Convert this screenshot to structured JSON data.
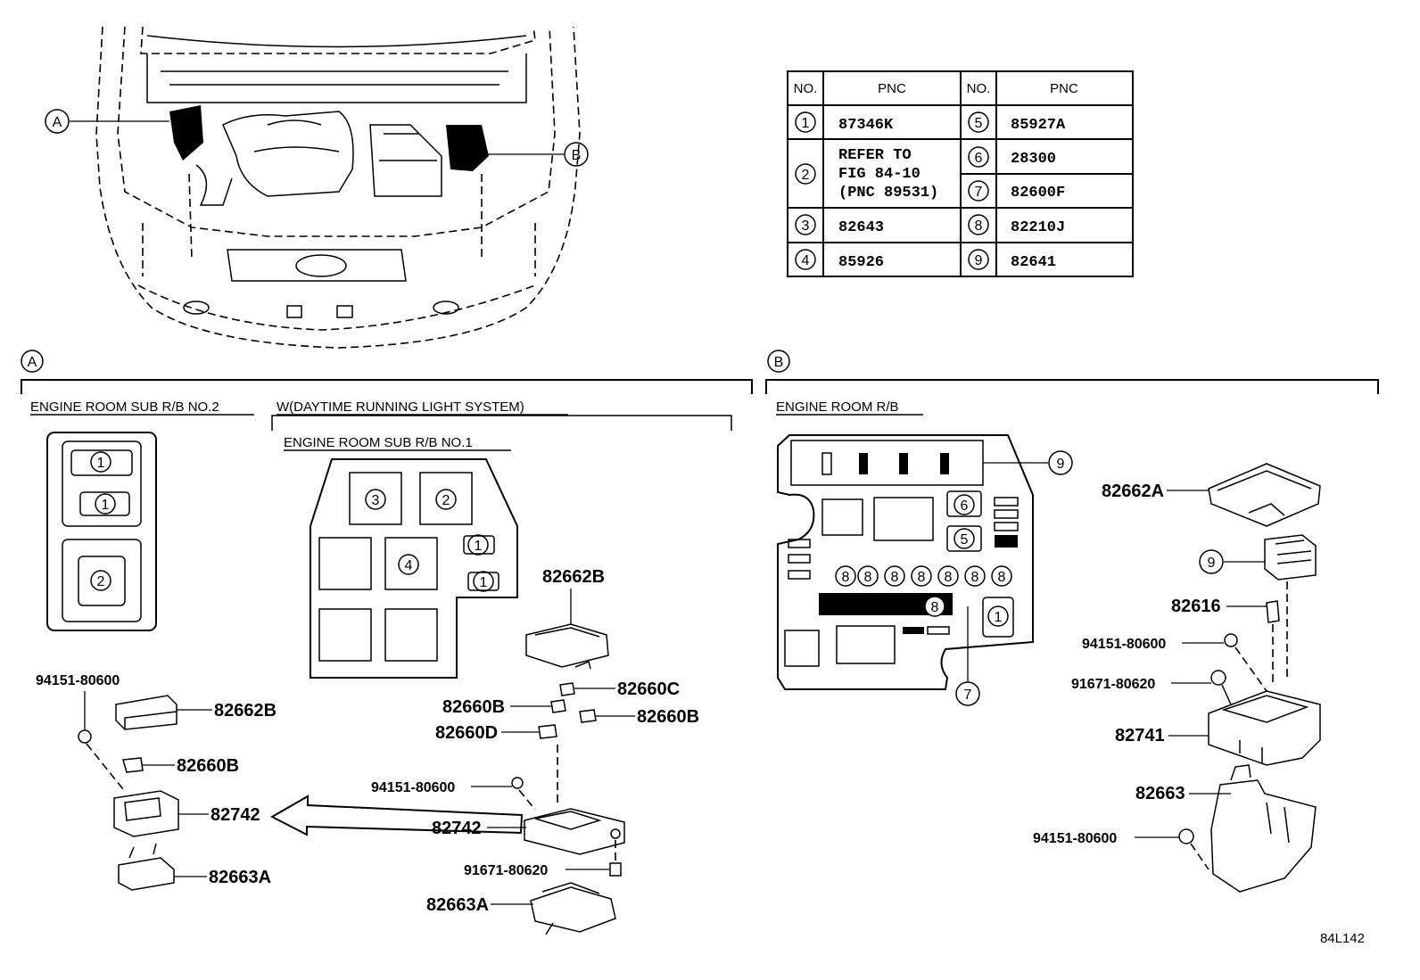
{
  "callouts": {
    "a": "A",
    "b": "B"
  },
  "table": {
    "headers": [
      "NO.",
      "PNC",
      "NO.",
      "PNC"
    ],
    "rows": [
      {
        "no": "1",
        "pnc": "87346K",
        "no2": "5",
        "pnc2": "85927A"
      },
      {
        "no": "2",
        "pnc_lines": [
          "REFER TO",
          "FIG 84-10",
          "(PNC 89531)"
        ],
        "no2a": "6",
        "pnc2a": "28300",
        "no2b": "7",
        "pnc2b": "82600F"
      },
      {
        "no": "3",
        "pnc": "82643",
        "no2": "8",
        "pnc2": "82210J"
      },
      {
        "no": "4",
        "pnc": "85926",
        "no2": "9",
        "pnc2": "82641"
      }
    ]
  },
  "section_a": {
    "label": "A",
    "sub_rb2_title": "ENGINE ROOM SUB R/B NO.2",
    "drl_title": "W(DAYTIME RUNNING LIGHT SYSTEM)",
    "sub_rb1_title": "ENGINE ROOM SUB R/B NO.1",
    "box2_slots": [
      "1",
      "1",
      "2"
    ],
    "box1_slots": [
      "3",
      "2",
      "1",
      "4",
      "1"
    ],
    "parts_left": [
      "94151-80600",
      "82662B",
      "82660B",
      "82742",
      "82663A"
    ],
    "parts_right": [
      "82662B",
      "82660C",
      "82660B",
      "82660B",
      "82660D",
      "94151-80600",
      "82742",
      "91671-80620",
      "82663A"
    ]
  },
  "section_b": {
    "label": "B",
    "title": "ENGINE ROOM R/B",
    "box_slots": [
      "9",
      "6",
      "5",
      "8",
      "8",
      "8",
      "8",
      "8",
      "8",
      "8",
      "8",
      "1",
      "7"
    ],
    "parts": [
      "82662A",
      "9",
      "82616",
      "94151-80600",
      "91671-80620",
      "82741",
      "82663",
      "94151-80600"
    ]
  },
  "figure_code": "84L142"
}
